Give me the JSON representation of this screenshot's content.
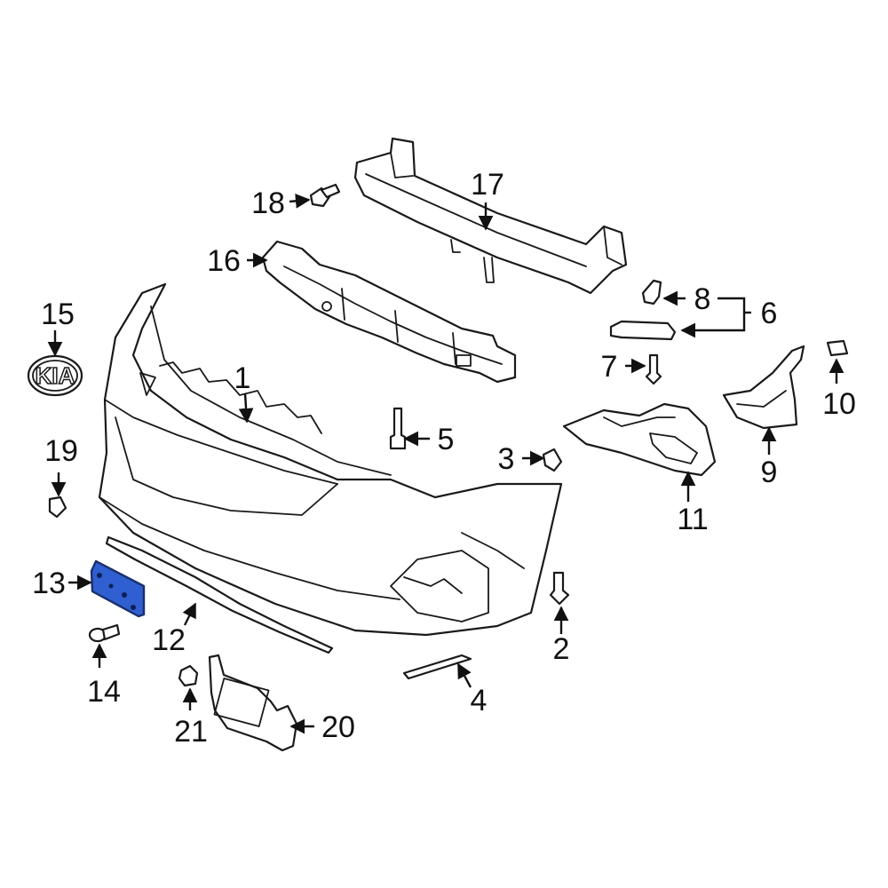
{
  "diagram": {
    "callouts": [
      "1",
      "2",
      "3",
      "4",
      "5",
      "6",
      "7",
      "8",
      "9",
      "10",
      "11",
      "12",
      "13",
      "14",
      "15",
      "16",
      "17",
      "18",
      "19",
      "20",
      "21"
    ],
    "logo_text": "KIA",
    "highlight_part": "13",
    "colors": {
      "line": "#1a1a1a",
      "background": "#ffffff",
      "highlight_fill": "#2f5fd0",
      "highlight_stroke": "#1a2f6e"
    }
  }
}
